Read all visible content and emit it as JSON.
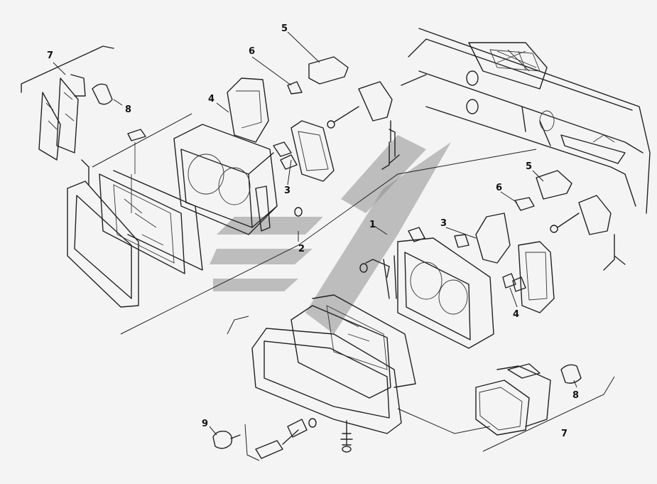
{
  "diagram": {
    "callouts": [
      {
        "id": "c7a",
        "text": "7"
      },
      {
        "id": "c8a",
        "text": "8"
      },
      {
        "id": "c6a",
        "text": "6"
      },
      {
        "id": "c5a",
        "text": "5"
      },
      {
        "id": "c4a",
        "text": "4"
      },
      {
        "id": "c3a",
        "text": "3"
      },
      {
        "id": "c2",
        "text": "2"
      },
      {
        "id": "c1",
        "text": "1"
      },
      {
        "id": "c5b",
        "text": "5"
      },
      {
        "id": "c6b",
        "text": "6"
      },
      {
        "id": "c3b",
        "text": "3"
      },
      {
        "id": "c4b",
        "text": "4"
      },
      {
        "id": "c8b",
        "text": "8"
      },
      {
        "id": "c7b",
        "text": "7"
      },
      {
        "id": "c9",
        "text": "9"
      }
    ],
    "colors": {
      "line": "#222222",
      "background": "#f4f4f4",
      "watermark": "#8f8f8f"
    }
  }
}
